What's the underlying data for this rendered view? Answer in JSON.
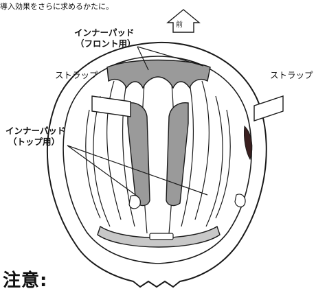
{
  "header_text": "導入効果をさらに求めるかたに。",
  "front_arrow_label": "前",
  "labels": {
    "front_pad_line1": "インナーパッド",
    "front_pad_line2": "（フロント用）",
    "top_pad_line1": "インナーパッド",
    "top_pad_line2": "（トップ用）",
    "strap_left": "ストラップ",
    "strap_right": "ストラップ"
  },
  "bottom_heading": "注意:",
  "colors": {
    "outline": "#1a1a1a",
    "pad_fill": "#9a9a9a",
    "shell_fill": "#ffffff",
    "strap_fill": "#ffffff",
    "rear_bar": "#c8c8c8"
  }
}
